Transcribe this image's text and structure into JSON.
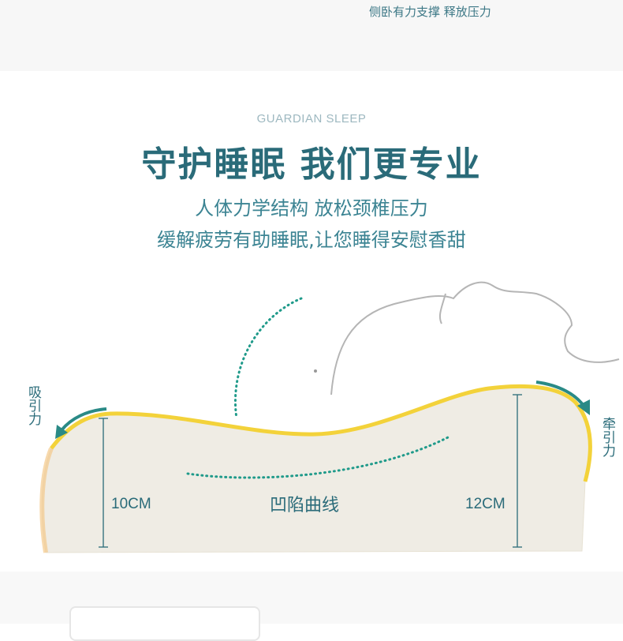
{
  "top_caption": "侧卧有力支撑 释放压力",
  "brand": "GUARDIAN SLEEP",
  "headline": "守护睡眠 我们更专业",
  "subtitle_1": "人体力学结构 放松颈椎压力",
  "subtitle_2": "缓解疲劳有助睡眠,让您睡得安慰香甜",
  "diagram": {
    "left_force": "吸引力",
    "right_force": "牵引力",
    "left_height": "10CM",
    "right_height": "12CM",
    "curve_label": "凹陷曲线"
  },
  "colors": {
    "accent": "#2a6b79",
    "dots": "#1f9a8a",
    "pillow_edge": "#f3d23a"
  }
}
